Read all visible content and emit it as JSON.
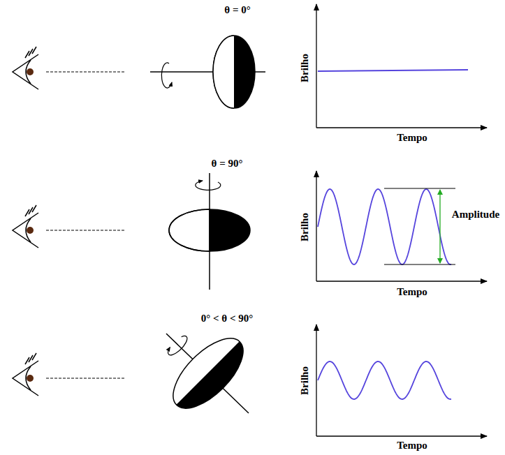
{
  "diagram": {
    "labels": [
      "θ = 0°",
      "Brilho",
      "Tempo",
      "θ = 90°",
      "Brilho",
      "Amplitude",
      "Tempo",
      "0° < θ < 90°",
      "Brilho",
      "Tempo"
    ]
  }
}
